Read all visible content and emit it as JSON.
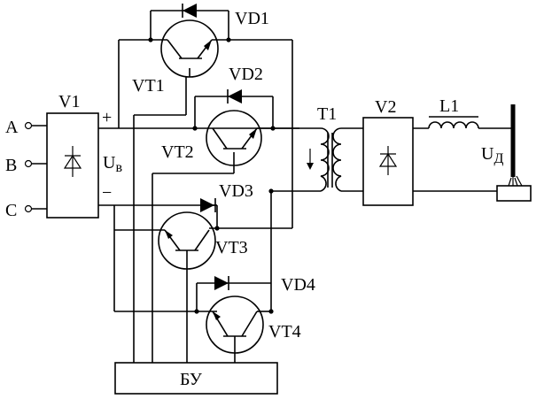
{
  "diagram": {
    "inputs": [
      "A",
      "B",
      "C"
    ],
    "rectifier_input": "V1",
    "polarity_plus": "+",
    "polarity_minus": "−",
    "dc_voltage_main": "U",
    "dc_voltage_sub": "в",
    "transistors": [
      "VT1",
      "VT2",
      "VT3",
      "VT4"
    ],
    "diodes": [
      "VD1",
      "VD2",
      "VD3",
      "VD4"
    ],
    "transformer": "T1",
    "rectifier_output": "V2",
    "inductor": "L1",
    "output_voltage_main": "U",
    "output_voltage_sub": "Д",
    "control_unit": "БУ"
  }
}
